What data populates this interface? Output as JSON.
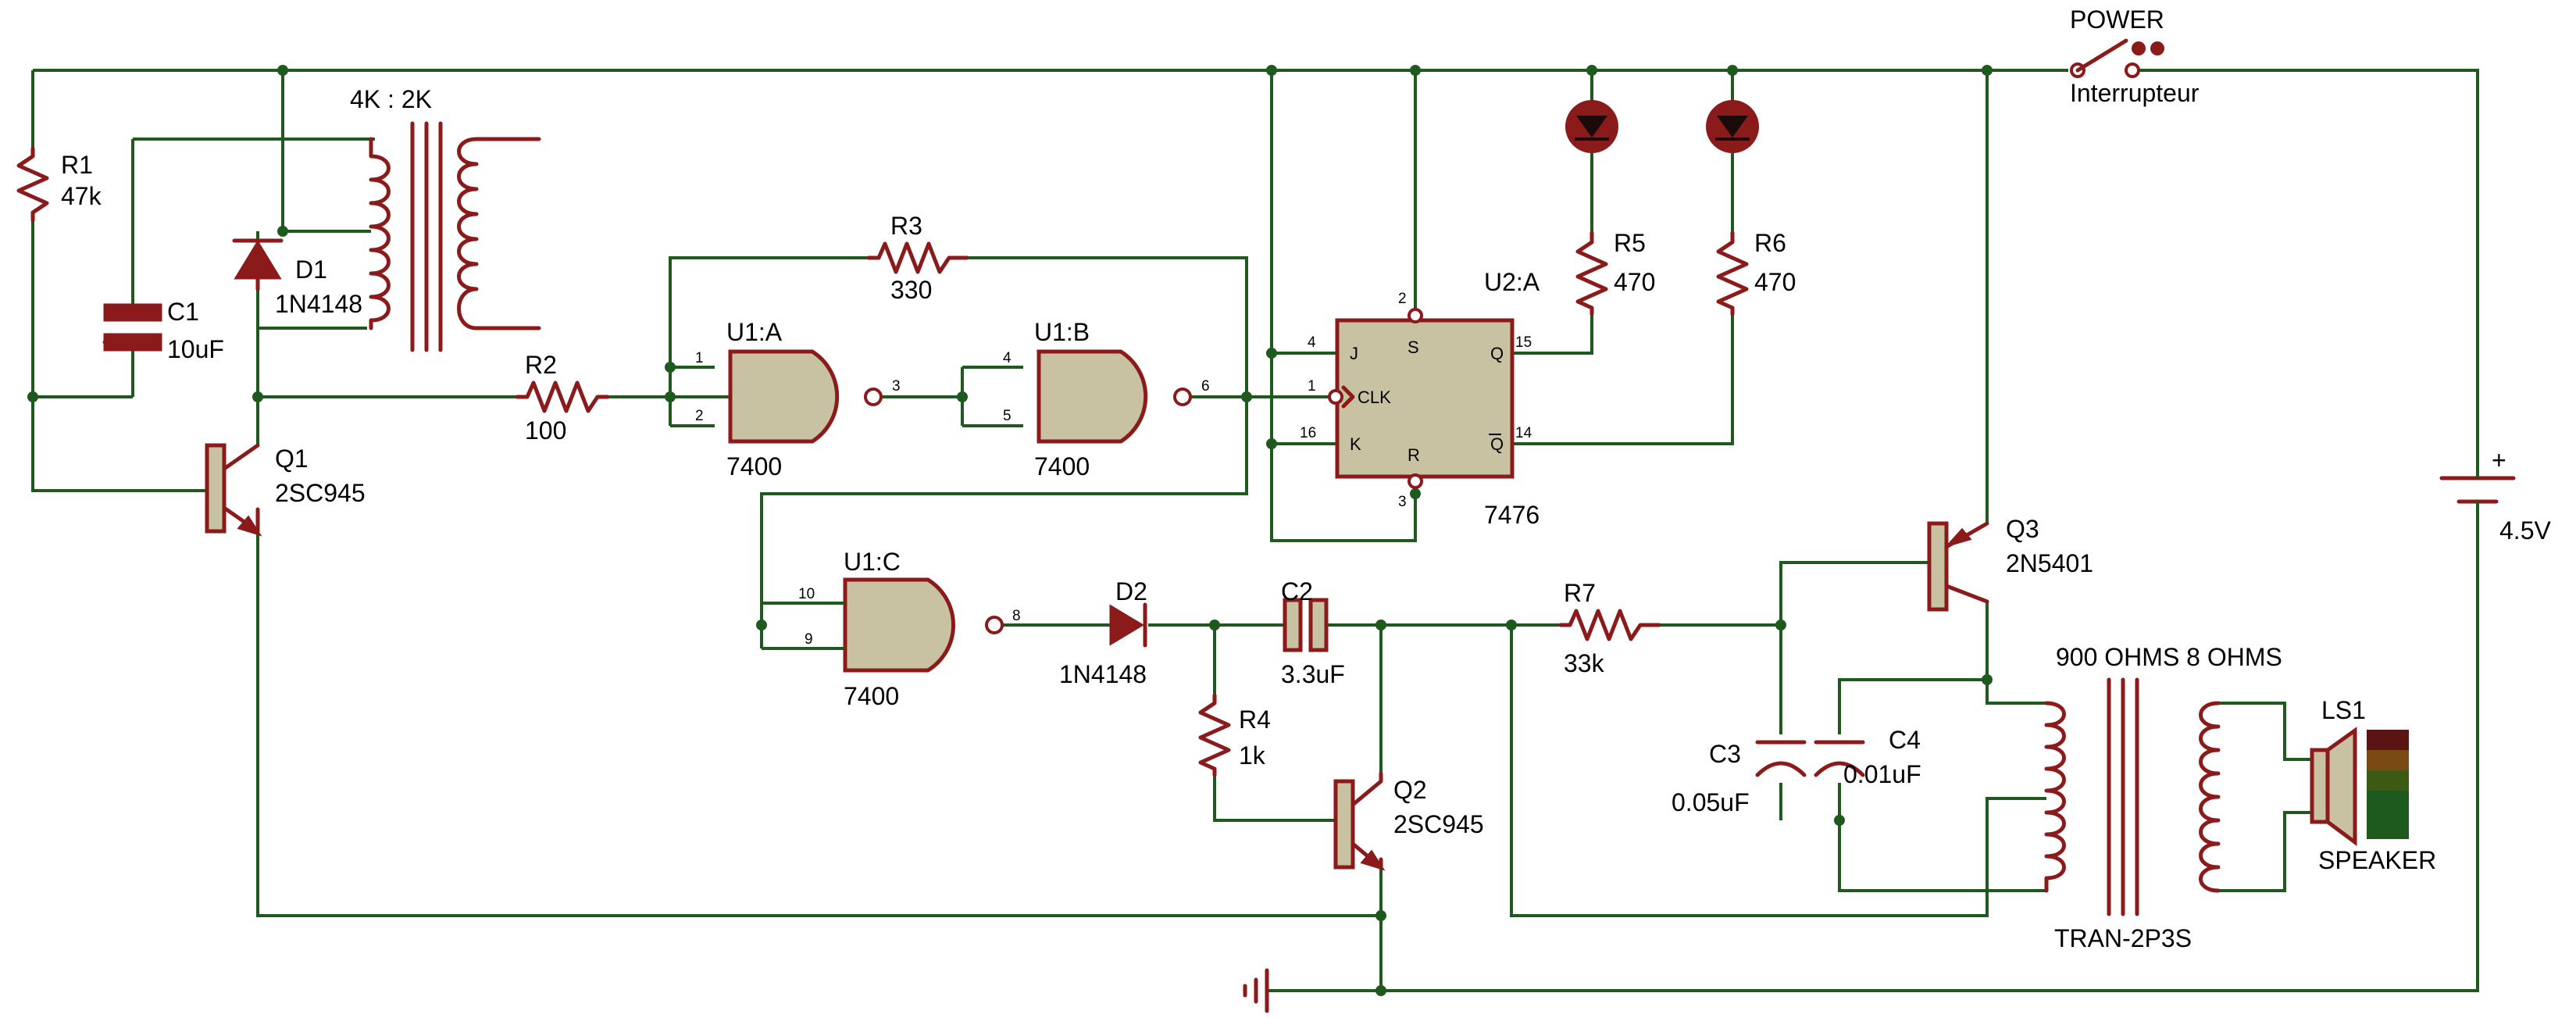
{
  "colors": {
    "wire": "#1e5a1e",
    "component": "#8b1a1a",
    "body_fill": "#c8c2a2",
    "led": "#8b1a1a",
    "speaker_bar": [
      "#5a1414",
      "#7a4a14",
      "#3c5a14",
      "#1e5a1e"
    ]
  },
  "labels": {
    "r1": "R1",
    "r1_val": "47k",
    "c1": "C1",
    "c1_val": "10uF",
    "d1": "D1",
    "d1_val": "1N4148",
    "t1_ratio": "4K : 2K",
    "q1": "Q1",
    "q1_val": "2SC945",
    "r2": "R2",
    "r2_val": "100",
    "r3": "R3",
    "r3_val": "330",
    "u1a": "U1:A",
    "u1a_val": "7400",
    "u1b": "U1:B",
    "u1b_val": "7400",
    "u1c": "U1:C",
    "u1c_val": "7400",
    "u2a": "U2:A",
    "u2a_val": "7476",
    "r5": "R5",
    "r5_val": "470",
    "r6": "R6",
    "r6_val": "470",
    "power": "POWER",
    "switch": "Interrupteur",
    "d2": "D2",
    "d2_val": "1N4148",
    "c2": "C2",
    "c2_val": "3.3uF",
    "r4": "R4",
    "r4_val": "1k",
    "q2": "Q2",
    "q2_val": "2SC945",
    "r7": "R7",
    "r7_val": "33k",
    "q3": "Q3",
    "q3_val": "2N5401",
    "c3": "C3",
    "c3_val": "0.05uF",
    "c4": "C4",
    "c4_val": "0.01uF",
    "t2_ratio": "900 OHMS 8 OHMS",
    "t2_val": "TRAN-2P3S",
    "ls1": "LS1",
    "ls1_val": "SPEAKER",
    "battery_plus": "+",
    "battery_val": "4.5V"
  },
  "pins": {
    "u1a_in1": "1",
    "u1a_in2": "2",
    "u1a_out": "3",
    "u1b_in1": "4",
    "u1b_in2": "5",
    "u1b_out": "6",
    "u1c_in1": "10",
    "u1c_in2": "9",
    "u1c_out": "8",
    "ff_j_num": "4",
    "ff_clk_num": "1",
    "ff_k_num": "16",
    "ff_s_num": "2",
    "ff_r_num": "3",
    "ff_q_num": "15",
    "ff_qbar_num": "14",
    "ff_j": "J",
    "ff_clk": "CLK",
    "ff_k": "K",
    "ff_s": "S",
    "ff_r": "R",
    "ff_q": "Q",
    "ff_qbar": "Q"
  }
}
